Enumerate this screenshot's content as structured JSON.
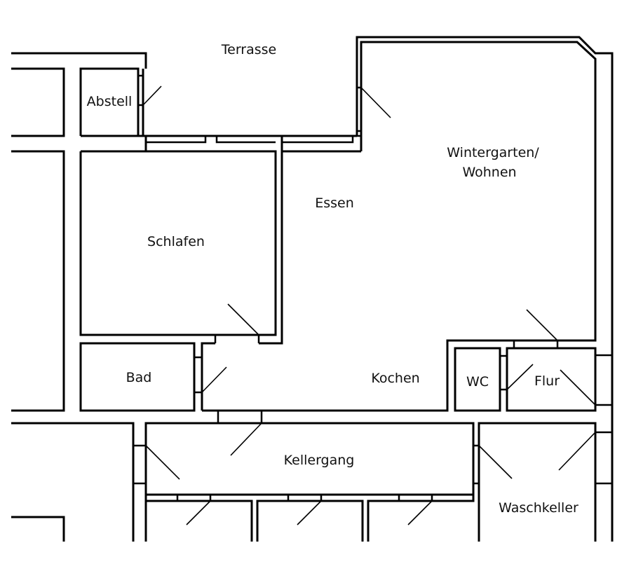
{
  "title": "Grundriss",
  "rooms": {
    "terrasse": "Terrasse",
    "abstell": "Abstell",
    "wintergarten_line1": "Wintergarten/",
    "wintergarten_line2": "Wohnen",
    "essen": "Essen",
    "schlafen": "Schlafen",
    "bad": "Bad",
    "kochen": "Kochen",
    "wc": "WC",
    "flur": "Flur",
    "kellergang": "Kellergang",
    "waschkeller": "Waschkeller"
  },
  "colors": {
    "line": "#000000",
    "background": "#ffffff"
  }
}
